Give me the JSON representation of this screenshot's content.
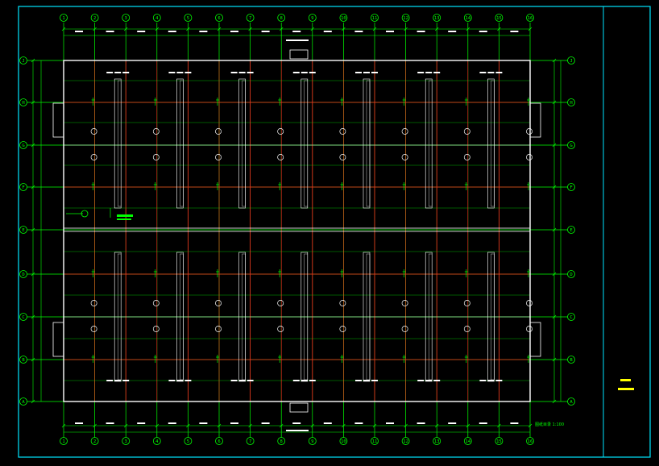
{
  "drawing": {
    "colors": {
      "background": "#000000",
      "frame": "#00e5ff",
      "axis": "#00ff00",
      "beam": "#ff2020",
      "outline": "#ffffff",
      "dimension": "#00ff00",
      "accent": "#ffff00"
    },
    "columns": [
      "1",
      "2",
      "3",
      "4",
      "5",
      "6",
      "7",
      "8",
      "9",
      "10",
      "11",
      "12",
      "13",
      "14",
      "15",
      "16"
    ],
    "rows": [
      "J",
      "H",
      "G",
      "F",
      "E",
      "D",
      "C",
      "B",
      "A"
    ],
    "columnLegend": "①",
    "titleBlockNote": "图纸目录 1:100"
  }
}
